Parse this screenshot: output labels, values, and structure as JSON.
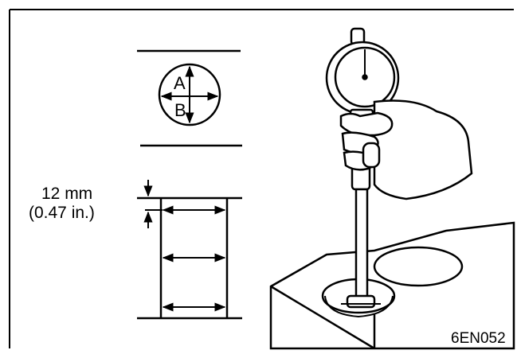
{
  "diagram": {
    "circle_label_top": "A",
    "circle_label_bottom": "B",
    "dimension_metric": "12 mm",
    "dimension_imperial": "(0.47 in.)",
    "figure_code": "6EN052"
  },
  "colors": {
    "ink": "#000000",
    "paper": "#ffffff"
  },
  "icons": {
    "gauge": "dial-bore-gauge-icon",
    "hand": "hand-icon",
    "block": "cylinder-block-icon"
  }
}
